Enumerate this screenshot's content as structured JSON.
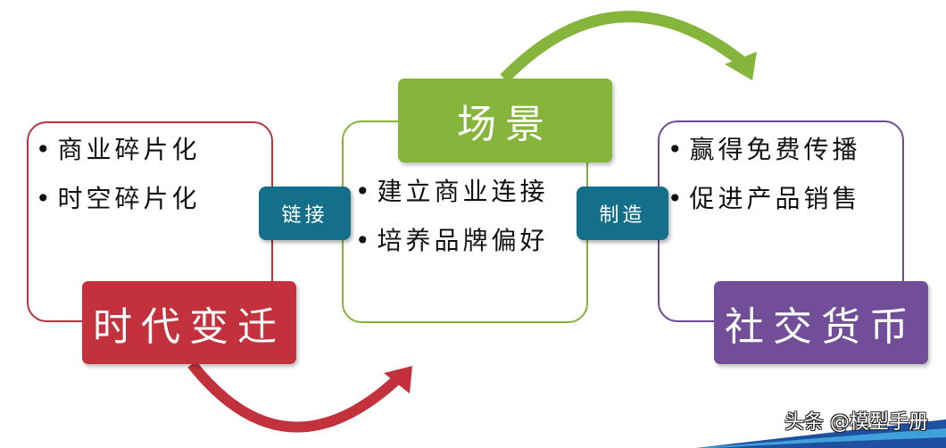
{
  "diagram": {
    "stages": [
      {
        "id": "era-change",
        "title": "时代变迁",
        "color": "#c3323c",
        "bullets": [
          "商业碎片化",
          "时空碎片化"
        ]
      },
      {
        "id": "scenario",
        "title": "场景",
        "color": "#85b53a",
        "bullets": [
          "建立商业连接",
          "培养品牌偏好"
        ]
      },
      {
        "id": "social-currency",
        "title": "社交货币",
        "color": "#724e99",
        "bullets": [
          "赢得免费传播",
          "促进产品销售"
        ]
      }
    ],
    "connectors": [
      {
        "label": "链接",
        "color": "#136f8a",
        "from": "era-change",
        "to": "scenario"
      },
      {
        "label": "制造",
        "color": "#136f8a",
        "from": "scenario",
        "to": "social-currency"
      }
    ],
    "arrows": [
      {
        "name": "red-curved-arrow",
        "color": "#c3323c",
        "from": "era-change",
        "to": "scenario"
      },
      {
        "name": "green-curved-arrow",
        "color": "#85b53a",
        "from": "scenario",
        "to": "social-currency"
      }
    ]
  },
  "watermark": {
    "text": "头条 @模型手册",
    "banner_color": "#1f4fa0"
  }
}
